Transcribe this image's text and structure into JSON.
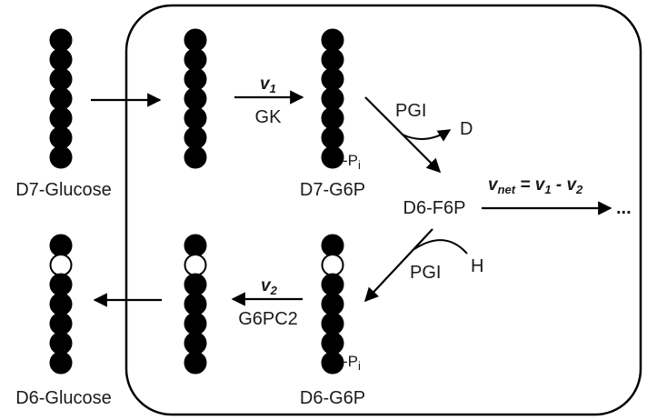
{
  "colors": {
    "filled": "#000000",
    "empty": "#ffffff",
    "stroke": "#000000",
    "text": "#1a1a1a"
  },
  "molecules": {
    "d7_glucose": {
      "label": "D7-Glucose",
      "beads": [
        "filled",
        "filled",
        "filled",
        "filled",
        "filled",
        "filled",
        "filled"
      ]
    },
    "d7_glucose_in": {
      "beads": [
        "filled",
        "filled",
        "filled",
        "filled",
        "filled",
        "filled",
        "filled"
      ]
    },
    "d7_g6p": {
      "label": "D7-G6P",
      "beads": [
        "filled",
        "filled",
        "filled",
        "filled",
        "filled",
        "filled",
        "filled"
      ],
      "phosphate": "-P",
      "phosphate_sub": "i"
    },
    "d6_f6p": {
      "label": "D6-F6P"
    },
    "d6_g6p": {
      "label": "D6-G6P",
      "beads": [
        "filled",
        "empty",
        "filled",
        "filled",
        "filled",
        "filled",
        "filled"
      ],
      "phosphate": "-P",
      "phosphate_sub": "i"
    },
    "d6_glucose_in": {
      "beads": [
        "filled",
        "empty",
        "filled",
        "filled",
        "filled",
        "filled",
        "filled"
      ]
    },
    "d6_glucose": {
      "label": "D6-Glucose",
      "beads": [
        "filled",
        "empty",
        "filled",
        "filled",
        "filled",
        "filled",
        "filled"
      ]
    }
  },
  "reactions": {
    "gk": {
      "flux": "v",
      "flux_sub": "1",
      "enzyme": "GK"
    },
    "pgi_forward": {
      "enzyme": "PGI",
      "released": "D"
    },
    "pgi_reverse": {
      "enzyme": "PGI",
      "incorporated": "H"
    },
    "g6pc2": {
      "flux": "v",
      "flux_sub": "2",
      "enzyme": "G6PC2"
    },
    "net": {
      "v": "v",
      "net_sub": "net",
      "eq": " = ",
      "v1": "v",
      "v1_sub": "1",
      "minus": " - ",
      "v2": "v",
      "v2_sub": "2",
      "continuation": "..."
    }
  }
}
